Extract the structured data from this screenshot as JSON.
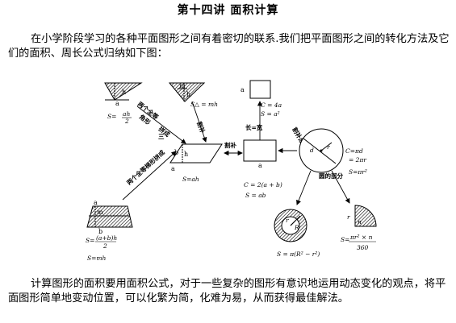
{
  "title": "第十四讲  面积计算",
  "intro": "在小学阶段学习的各种平面图形之间有着密切的联系.我们把平面图形之间的转化方法及它们的面积、周长公式归纳如下图：",
  "conclusion": "计算图形的面积要用面积公式，对于一些复杂的图形有意识地运用动态变化的观点，将平面图形简单地变动位置，可以化繁为简，化难为易，从而获得最佳解法。",
  "diagram": {
    "triangle_area": "S=",
    "triangle_frac_num": "ah",
    "triangle_frac_den": "2",
    "small_triangle_area": "S△ = mh",
    "square_perimeter": "C = 4a",
    "square_area": "S = a²",
    "rectangle_perimeter": "C = 2(a + b)",
    "rectangle_area": "S = ab",
    "parallelogram_area": "S=ah",
    "trapezoid_area": "S=",
    "trapezoid_frac_num": "(a+b)h",
    "trapezoid_frac_den": "2",
    "trapezoid_area_m": "S=mh",
    "circle_perimeter_1": "C=πd",
    "circle_perimeter_2": "= 2πr",
    "circle_area": "S=πr²",
    "ring_area": "S = π(R² − r²)",
    "sector_area": "S=",
    "sector_frac_num": "πr² × n",
    "sector_frac_den": "360",
    "label_two_triangles": "两个全等",
    "label_triangle_pieces": "角形",
    "label_pin_cheng": "拼成",
    "label_cut_fill": "割补",
    "label_length_width": "长=宽",
    "label_cut_approx": "割补成近似的",
    "label_circle_part": "圆的部分",
    "label_two_trapezoids": "两个全等梯形拼成",
    "label_a": "a",
    "label_b": "b",
    "label_h": "h",
    "label_m": "m",
    "label_d": "d",
    "label_r": "r",
    "label_R": "R",
    "label_n": "n",
    "label_san": "三"
  }
}
